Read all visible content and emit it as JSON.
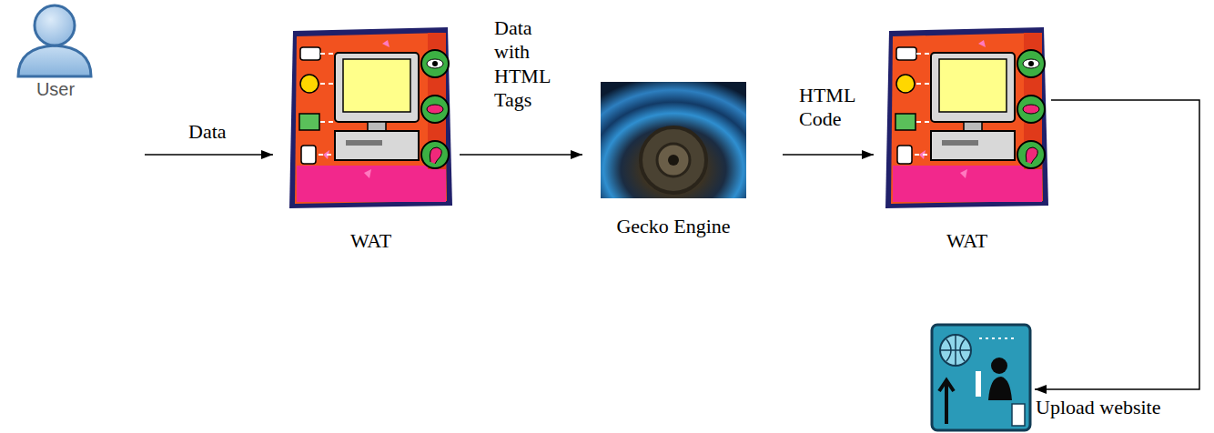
{
  "diagram": {
    "nodes": [
      {
        "text": [
          "User"
        ]
      },
      {
        "text": [
          "WAT"
        ]
      },
      {
        "text": [
          "Gecko Engine"
        ]
      },
      {
        "text": [
          "WAT"
        ]
      },
      {
        "text": [
          "Upload website"
        ]
      }
    ],
    "edges": [
      {
        "from": 0,
        "to": 1,
        "arrow": "to",
        "label": "Data"
      },
      {
        "from": 1,
        "to": 2,
        "arrow": "to",
        "label": "Data with HTML Tags"
      },
      {
        "from": 2,
        "to": 3,
        "arrow": "to",
        "label": "HTML Code"
      },
      {
        "from": 3,
        "to": 4,
        "arrow": "to"
      }
    ]
  }
}
